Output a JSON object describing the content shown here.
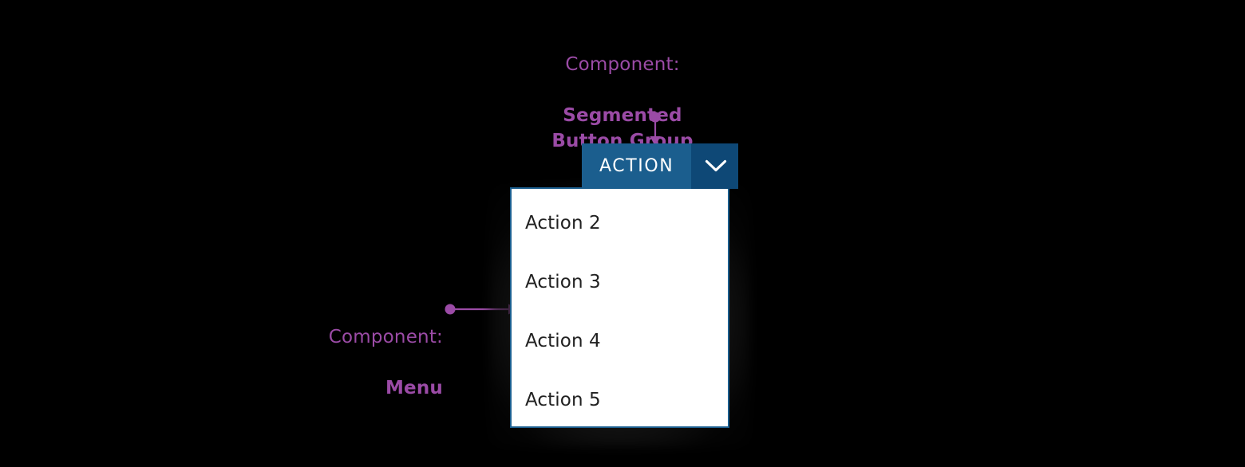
{
  "annotations": [
    {
      "id": "segmented-button-group",
      "prefix": "Component:",
      "name": "Segmented\nButton Group",
      "color": "#9B4BA6",
      "pointer": "arrow-down"
    },
    {
      "id": "menu",
      "prefix": "Component:",
      "name": "Menu",
      "color": "#9B4BA6",
      "pointer": "arrow-right"
    }
  ],
  "segmented_button_group": {
    "main_label": "ACTION",
    "toggle_icon": "chevron-down-icon",
    "main_color": "#1B5E8E",
    "toggle_color": "#0E4876",
    "text_color": "#FFFFFF"
  },
  "menu": {
    "border_color": "#1B5E8E",
    "background": "#FFFFFF",
    "text_color": "#212121",
    "items": [
      {
        "label": "Action 2"
      },
      {
        "label": "Action 3"
      },
      {
        "label": "Action 4"
      },
      {
        "label": "Action 5"
      }
    ]
  },
  "canvas": {
    "background": "#000000"
  }
}
